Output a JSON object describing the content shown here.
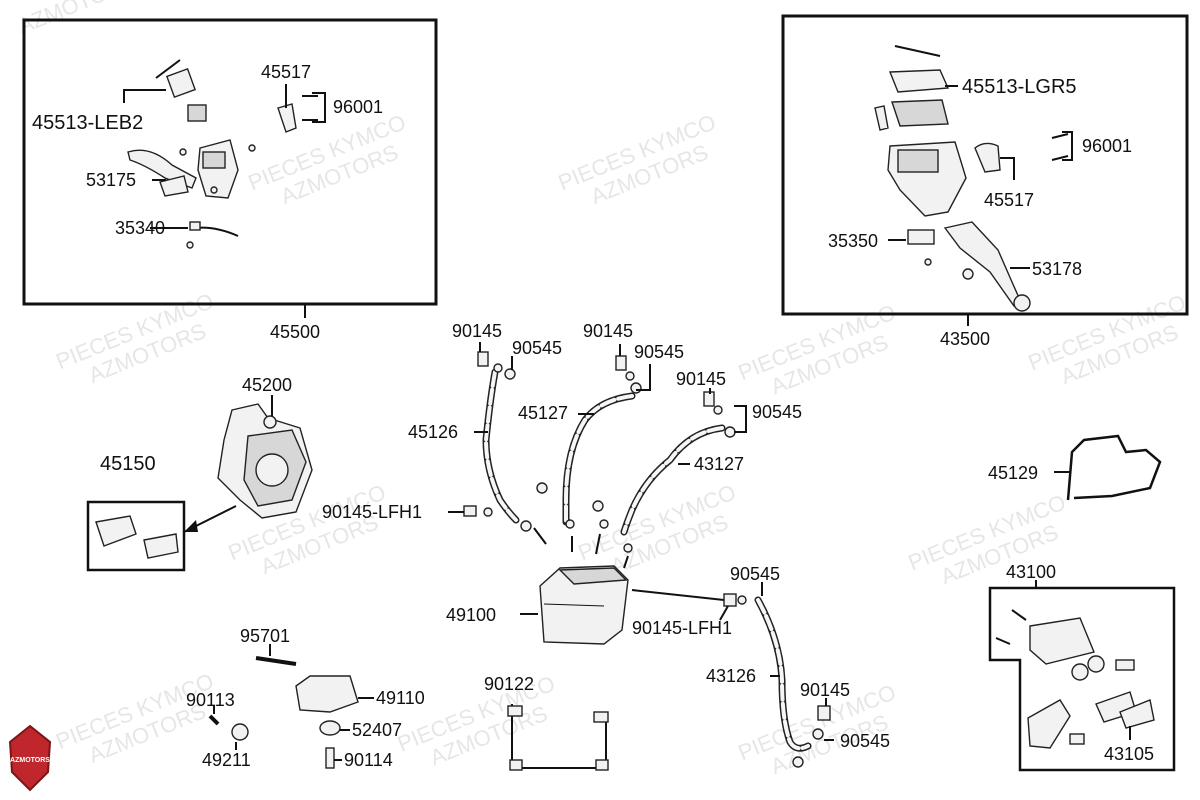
{
  "watermark": {
    "line1": "PIECES KYMCO",
    "line2": "AZMOTORS"
  },
  "logo": {
    "text": "AZMOTORS",
    "color": "#c0272d"
  },
  "labels": {
    "g45500": "45500",
    "l45513_leb2": "45513-LEB2",
    "l45517_left": "45517",
    "l96001_left": "96001",
    "l53175": "53175",
    "l35340": "35340",
    "g43500": "43500",
    "l45513_lgr5": "45513-LGR5",
    "l96001_right": "96001",
    "l45517_right": "45517",
    "l35350": "35350",
    "l53178": "53178",
    "l45200": "45200",
    "l45150": "45150",
    "l90145_a": "90145",
    "l90545_a": "90545",
    "l45126": "45126",
    "l90145_b": "90145",
    "l90545_b": "90545",
    "l45127": "45127",
    "l90145_c": "90145",
    "l90545_c": "90545",
    "l43127": "43127",
    "l90145_lfh1_a": "90145-LFH1",
    "l49100": "49100",
    "l90545_d": "90545",
    "l90145_lfh1_b": "90145-LFH1",
    "l43126": "43126",
    "l90145_d": "90145",
    "l90545_e": "90545",
    "l45129": "45129",
    "l43100": "43100",
    "l43105": "43105",
    "l95701": "95701",
    "l49110": "49110",
    "l90113": "90113",
    "l52407": "52407",
    "l49211": "49211",
    "l90114": "90114",
    "l90122": "90122"
  }
}
